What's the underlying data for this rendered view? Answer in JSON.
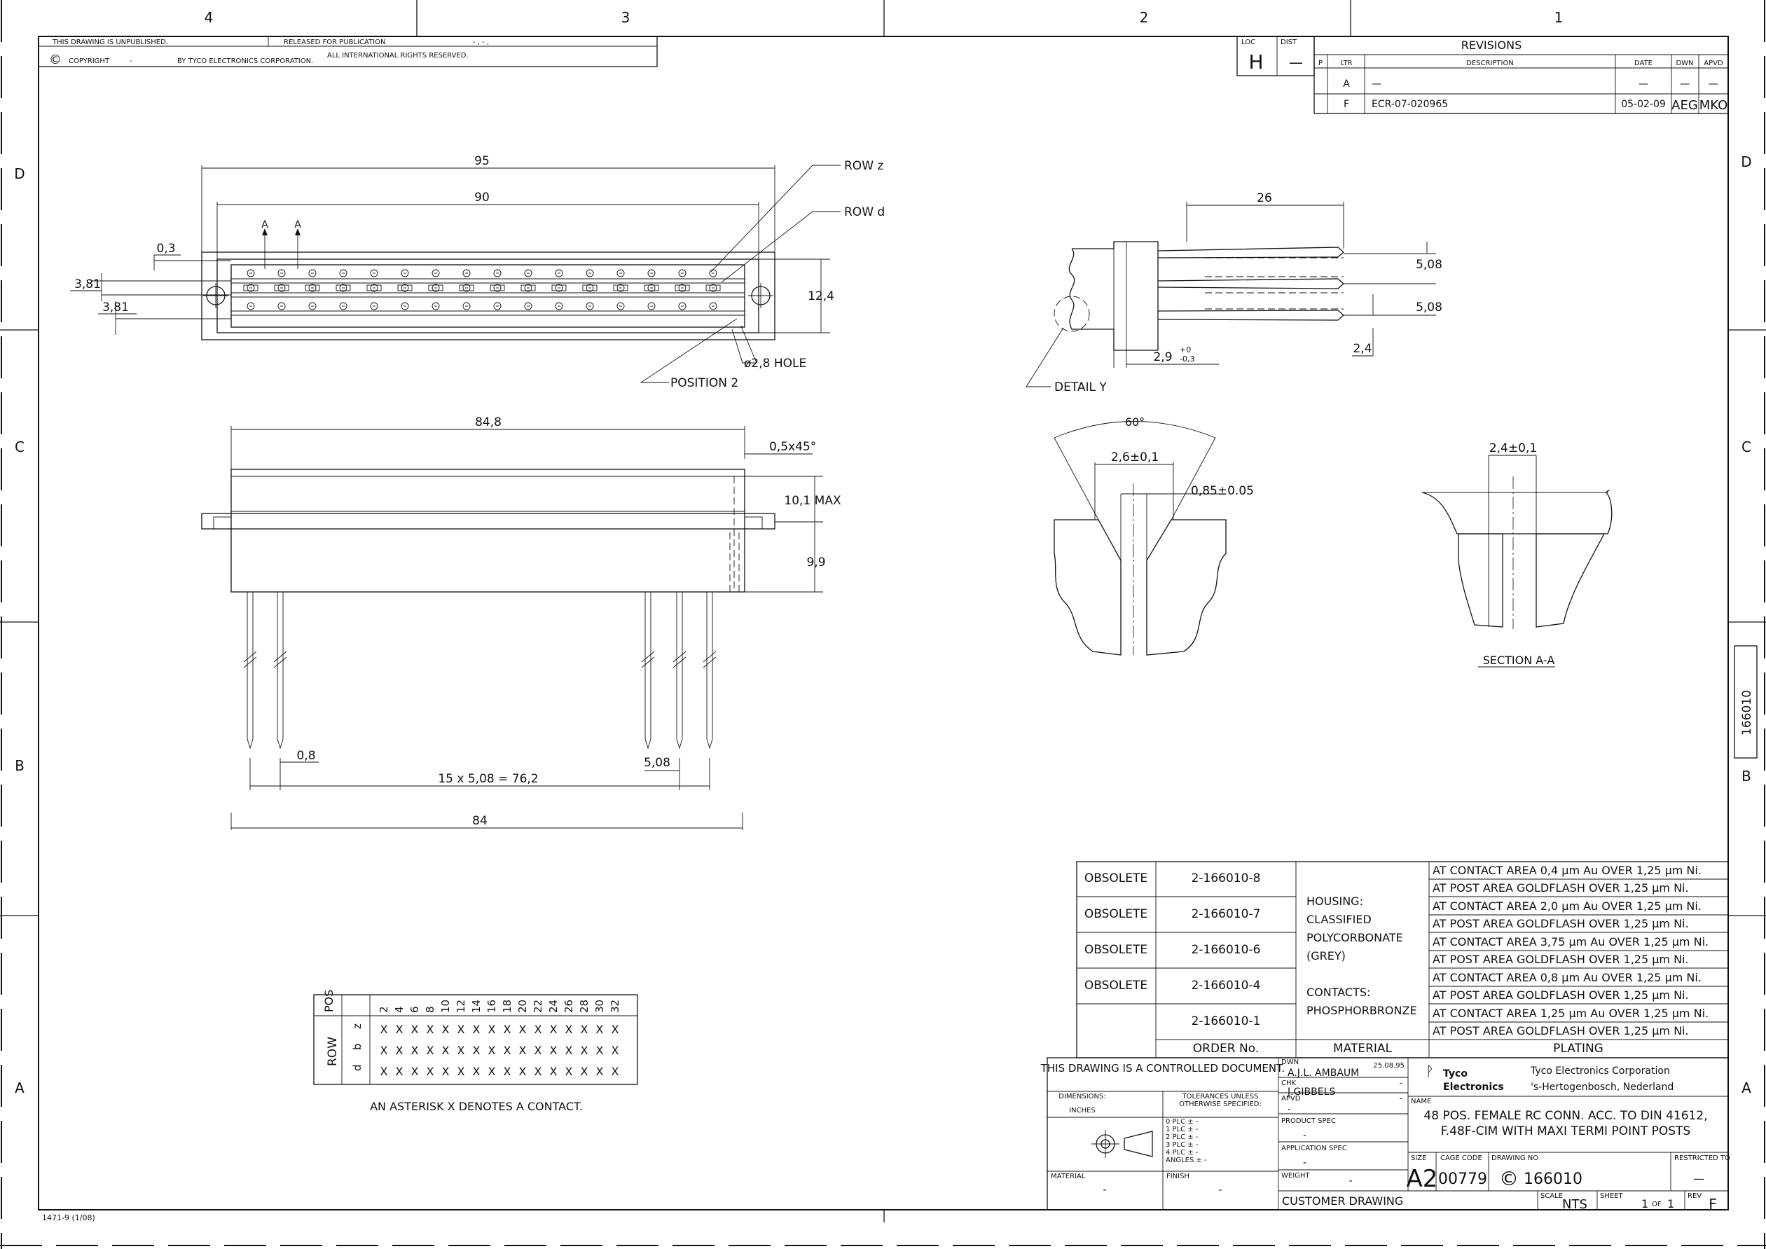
{
  "zones": {
    "cols": [
      "4",
      "3",
      "2",
      "1"
    ],
    "rows": [
      "D",
      "C",
      "B",
      "A"
    ]
  },
  "topbar": {
    "unpublished": "THIS DRAWING IS UNPUBLISHED.",
    "released": "RELEASED FOR PUBLICATION",
    "released_val": "- , -   ,",
    "copyright_symbol": "©",
    "copyright": "COPYRIGHT",
    "copyright_dash": "-",
    "by": "BY TYCO ELECTRONICS CORPORATION.",
    "rights": "ALL INTERNATIONAL RIGHTS RESERVED."
  },
  "loc": {
    "loc_label": "LOC",
    "loc_val": "H",
    "dist_label": "DIST",
    "dist_val": "—"
  },
  "revisions": {
    "title": "REVISIONS",
    "headers": [
      "P",
      "LTR",
      "DESCRIPTION",
      "DATE",
      "DWN",
      "APVD"
    ],
    "rows": [
      {
        "ltr": "A",
        "desc": "—",
        "date": "—",
        "dwn": "—",
        "apvd": "—"
      },
      {
        "ltr": "F",
        "desc": "ECR-07-020965",
        "date": "05-02-09",
        "dwn": "AEG",
        "apvd": "MKO"
      }
    ]
  },
  "view_top": {
    "dim_95": "95",
    "dim_90": "90",
    "dim_03": "0,3",
    "dim_381a": "3,81",
    "dim_381b": "3,81",
    "dim_124": "12,4",
    "row_z": "ROW z",
    "row_d": "ROW d",
    "hole": "ø2,8 HOLE",
    "position2": "POSITION 2",
    "sec_a1": "A",
    "sec_a2": "A"
  },
  "view_front": {
    "dim_848": "84,8",
    "chamfer": "0,5x45°",
    "dim_101": "10,1  MAX",
    "dim_99": "9,9",
    "dim_08": "0,8",
    "dim_508": "5,08",
    "pitch": "15  x  5,08  =  76,2",
    "dim_84": "84"
  },
  "view_side": {
    "dim_26": "26",
    "dim_508a": "5,08",
    "dim_508b": "5,08",
    "dim_24": "2,4",
    "dim_29": "2,9",
    "dim_29_tol_top": "+0",
    "dim_29_tol_bot": "-0,3",
    "detail_y": "DETAIL  Y"
  },
  "detail": {
    "angle": "60°",
    "d26": "2,6±0,1",
    "d085": "0,85±0.05"
  },
  "section": {
    "d24": "2,4±0,1",
    "label": "SECTION  A-A"
  },
  "pos_table": {
    "pos_header": "POS",
    "positions": [
      "2",
      "4",
      "6",
      "8",
      "10",
      "12",
      "14",
      "16",
      "18",
      "20",
      "22",
      "24",
      "26",
      "28",
      "30",
      "32"
    ],
    "row_label": "ROW",
    "rows": [
      {
        "name": "z",
        "cells": [
          "X",
          "X",
          "X",
          "X",
          "X",
          "X",
          "X",
          "X",
          "X",
          "X",
          "X",
          "X",
          "X",
          "X",
          "X",
          "X"
        ]
      },
      {
        "name": "b",
        "cells": [
          "X",
          "X",
          "X",
          "X",
          "X",
          "X",
          "X",
          "X",
          "X",
          "X",
          "X",
          "X",
          "X",
          "X",
          "X",
          "X"
        ]
      },
      {
        "name": "d",
        "cells": [
          "X",
          "X",
          "X",
          "X",
          "X",
          "X",
          "X",
          "X",
          "X",
          "X",
          "X",
          "X",
          "X",
          "X",
          "X",
          "X"
        ]
      }
    ],
    "note": "AN ASTERISK X DENOTES A CONTACT."
  },
  "order_table": {
    "rows": [
      {
        "status": "OBSOLETE",
        "part": "2-166010-8",
        "plating": [
          "AT CONTACT AREA 0,4 µm Au OVER 1,25 µm Ni.",
          "AT POST AREA GOLDFLASH OVER 1,25 µm Ni."
        ]
      },
      {
        "status": "OBSOLETE",
        "part": "2-166010-7",
        "plating": [
          "AT CONTACT AREA 2,0 µm Au OVER 1,25 µm Ni.",
          "AT POST AREA GOLDFLASH OVER 1,25 µm Ni."
        ]
      },
      {
        "status": "OBSOLETE",
        "part": "2-166010-6",
        "plating": [
          "AT CONTACT AREA 3,75 µm Au OVER 1,25 µm Ni.",
          "AT POST AREA GOLDFLASH OVER 1,25 µm Ni."
        ]
      },
      {
        "status": "OBSOLETE",
        "part": "2-166010-4",
        "plating": [
          "AT CONTACT AREA 0,8 µm Au OVER 1,25 µm Ni.",
          "AT POST AREA GOLDFLASH OVER 1,25 µm Ni."
        ]
      },
      {
        "status": "",
        "part": "2-166010-1",
        "plating": [
          "AT CONTACT AREA 1,25 µm Au OVER 1,25 µm Ni.",
          "AT POST AREA GOLDFLASH OVER 1,25 µm Ni."
        ]
      }
    ],
    "material_lines": [
      "HOUSING:",
      "CLASSIFIED",
      "POLYCORBONATE",
      "(GREY)",
      "",
      "CONTACTS:",
      "PHOSPHORBRONZE"
    ],
    "order_header": "ORDER No.",
    "material_header": "MATERIAL",
    "plating_header": "PLATING"
  },
  "title_block": {
    "controlled": "THIS DRAWING IS A CONTROLLED DOCUMENT.",
    "dimensions": "DIMENSIONS:",
    "inches": "INCHES",
    "tol_title1": "TOLERANCES UNLESS",
    "tol_title2": "OTHERWISE SPECIFIED:",
    "tol_rows": [
      "0 PLC     ±  -",
      "1 PLC     ±  -",
      "2 PLC     ±  -",
      "3 PLC     ±  -",
      "4 PLC     ±  -",
      "ANGLES                ±  -"
    ],
    "material_label": "MATERIAL",
    "material_val": "-",
    "finish_label": "FINISH",
    "finish_val": "-",
    "dwn_label": "DWN",
    "dwn_val": "A.J.L. AMBAUM",
    "dwn_date": "25.08.95",
    "chk_label": "CHK",
    "chk_val": "J.GIBBELS",
    "chk_dash": "-",
    "apvd_label": "APVD",
    "apvd_val": "-",
    "apvd_dash": "-",
    "product_spec": "PRODUCT SPEC",
    "product_val": "-",
    "application_spec": "APPLICATION SPEC",
    "application_val": "-",
    "weight_label": "WEIGHT",
    "weight_val": "-",
    "logo1": "Tyco",
    "logo2": "Electronics",
    "company": "Tyco Electronics Corporation",
    "city": "'s-Hertogenbosch, Nederland",
    "name_label": "NAME",
    "name1": "48 POS. FEMALE RC CONN. ACC. TO DIN 41612,",
    "name2": "F.48F-CIM WITH MAXI TERMI POINT POSTS",
    "size_label": "SIZE",
    "size_val": "A2",
    "cage_label": "CAGE CODE",
    "cage_val": "00779",
    "dwgno_label": "DRAWING NO",
    "dwgno_val": "166010",
    "restricted_label": "RESTRICTED TO",
    "restricted_val": "—",
    "customer": "CUSTOMER DRAWING",
    "scale_label": "SCALE",
    "scale_val": "NTS",
    "sheet_label": "SHEET",
    "sheet_val": "1",
    "sheet_of": "OF",
    "sheet_tot": "1",
    "rev_label": "REV",
    "rev_val": "F"
  },
  "side_tab": "166010",
  "form_no": "1471-9 (1/08)"
}
